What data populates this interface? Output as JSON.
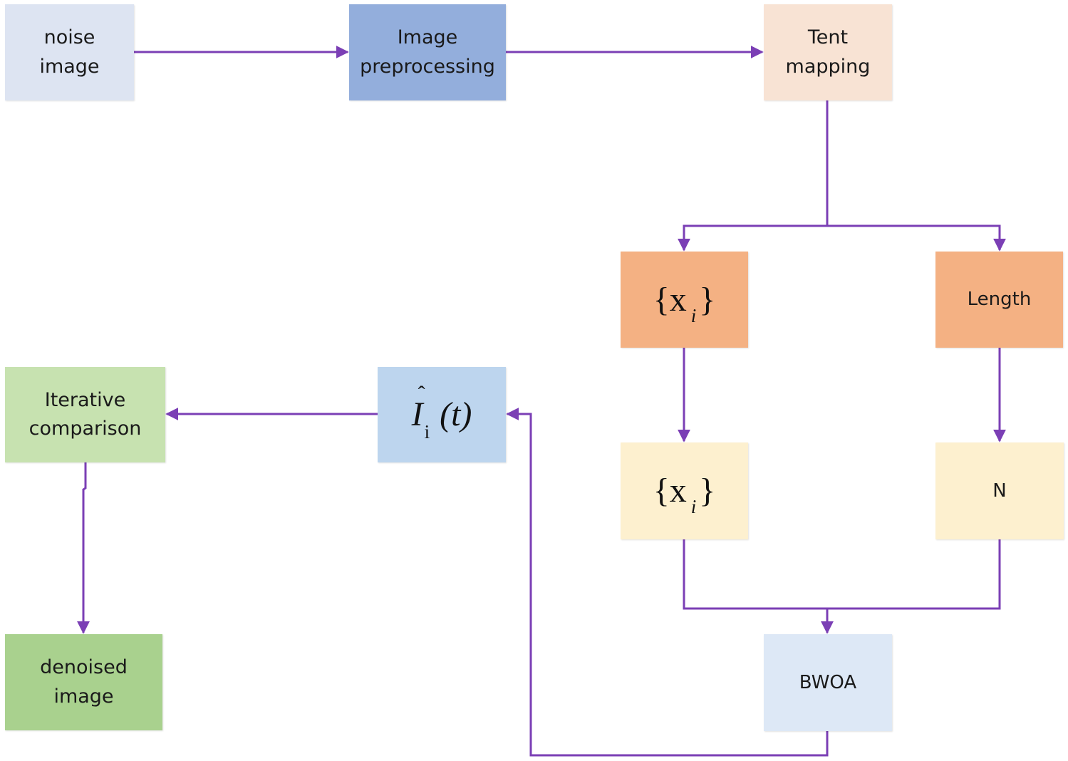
{
  "diagram": {
    "line_color": "#7b3fb5",
    "nodes": {
      "noise_image": {
        "lines": [
          "noise",
          "image"
        ],
        "color": "#dde4f2"
      },
      "image_preprocessing": {
        "lines": [
          "Image",
          "preprocessing"
        ],
        "color": "#93aedc"
      },
      "tent_mapping": {
        "lines": [
          "Tent",
          "mapping"
        ],
        "color": "#f8e3d4"
      },
      "xi_top": {
        "open": "{",
        "var": "x",
        "sub": "i",
        "close": "}",
        "color": "#f4b183"
      },
      "length": {
        "label": "Length",
        "color": "#f4b183"
      },
      "xi_bottom": {
        "open": "{",
        "var": "x",
        "sub": "i",
        "close": "}",
        "color": "#fdf0cf"
      },
      "n": {
        "label": "N",
        "color": "#fdf0cf"
      },
      "bwoa": {
        "label": "BWOA",
        "color": "#dde8f6"
      },
      "i_hat": {
        "var": "I",
        "hat": "ˆ",
        "sub": "i",
        "arg": "(t)",
        "color": "#bdd5ee"
      },
      "iterative_comparison": {
        "lines": [
          "Iterative",
          "comparison"
        ],
        "color": "#c7e2b0"
      },
      "denoised_image": {
        "lines": [
          "denoised",
          "image"
        ],
        "color": "#a9d18e"
      }
    }
  }
}
